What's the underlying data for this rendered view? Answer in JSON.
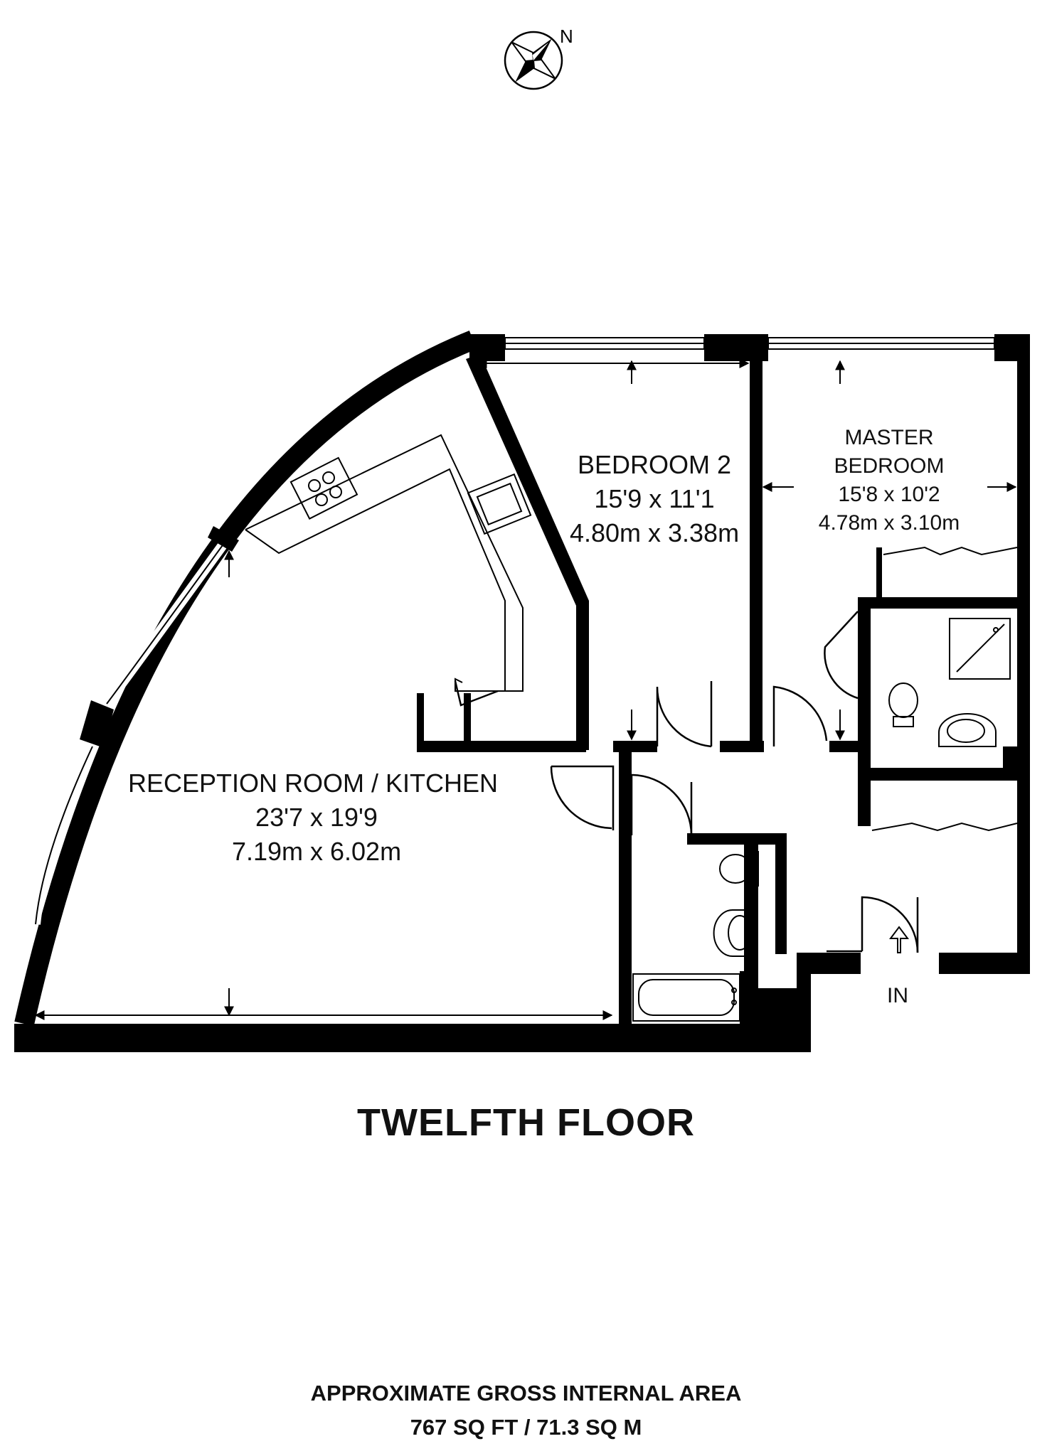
{
  "compass": {
    "label": "N",
    "icon": "compass-rose-icon"
  },
  "rooms": {
    "reception": {
      "name": "RECEPTION ROOM / KITCHEN",
      "imperial": "23'7 x 19'9",
      "metric": "7.19m x 6.02m"
    },
    "bedroom2": {
      "name": "BEDROOM 2",
      "imperial": "15'9 x 11'1",
      "metric": "4.80m x 3.38m"
    },
    "master": {
      "name_line1": "MASTER",
      "name_line2": "BEDROOM",
      "imperial": "15'8 x 10'2",
      "metric": "4.78m x 3.10m"
    }
  },
  "entrance": {
    "label": "IN"
  },
  "floor": {
    "title": "TWELFTH FLOOR"
  },
  "area": {
    "line1": "APPROXIMATE GROSS INTERNAL AREA",
    "line2": "767 SQ FT / 71.3 SQ M"
  },
  "colors": {
    "wall": "#000000",
    "background": "#ffffff"
  }
}
